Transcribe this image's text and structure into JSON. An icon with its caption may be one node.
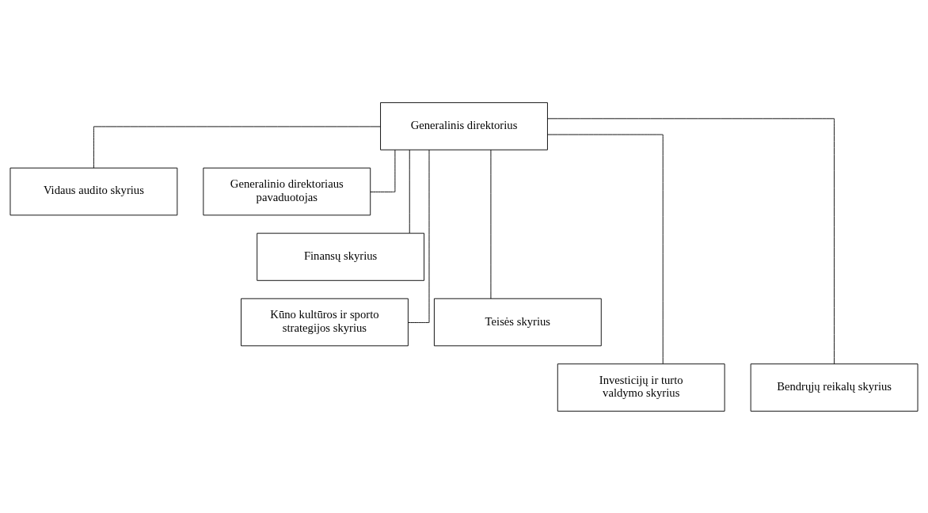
{
  "diagram": {
    "nodes": [
      {
        "text": [
          "Generalinis direktorius"
        ]
      },
      {
        "text": [
          "Vidaus audito skyrius"
        ]
      },
      {
        "text": [
          "Generalinio direktoriaus pavaduotojas"
        ]
      },
      {
        "text": [
          "Finansų skyrius"
        ]
      },
      {
        "text": [
          "Kūno kultūros ir sporto strategijos skyrius"
        ]
      },
      {
        "text": [
          "Teisės skyrius"
        ]
      },
      {
        "text": [
          "Investicijų ir turto valdymo skyrius"
        ]
      },
      {
        "text": [
          "Bendrųjų reikalų skyrius"
        ]
      }
    ],
    "edges": [
      {
        "from": 0,
        "to": 1,
        "arrow": "none"
      },
      {
        "from": 0,
        "to": 3,
        "arrow": "none"
      },
      {
        "from": 0,
        "to": 2,
        "arrow": "none"
      },
      {
        "from": 0,
        "to": 4,
        "arrow": "none"
      },
      {
        "from": 0,
        "to": 5,
        "arrow": "none"
      },
      {
        "from": 0,
        "to": 6,
        "arrow": "none"
      },
      {
        "from": 0,
        "to": 7,
        "arrow": "none"
      }
    ]
  }
}
